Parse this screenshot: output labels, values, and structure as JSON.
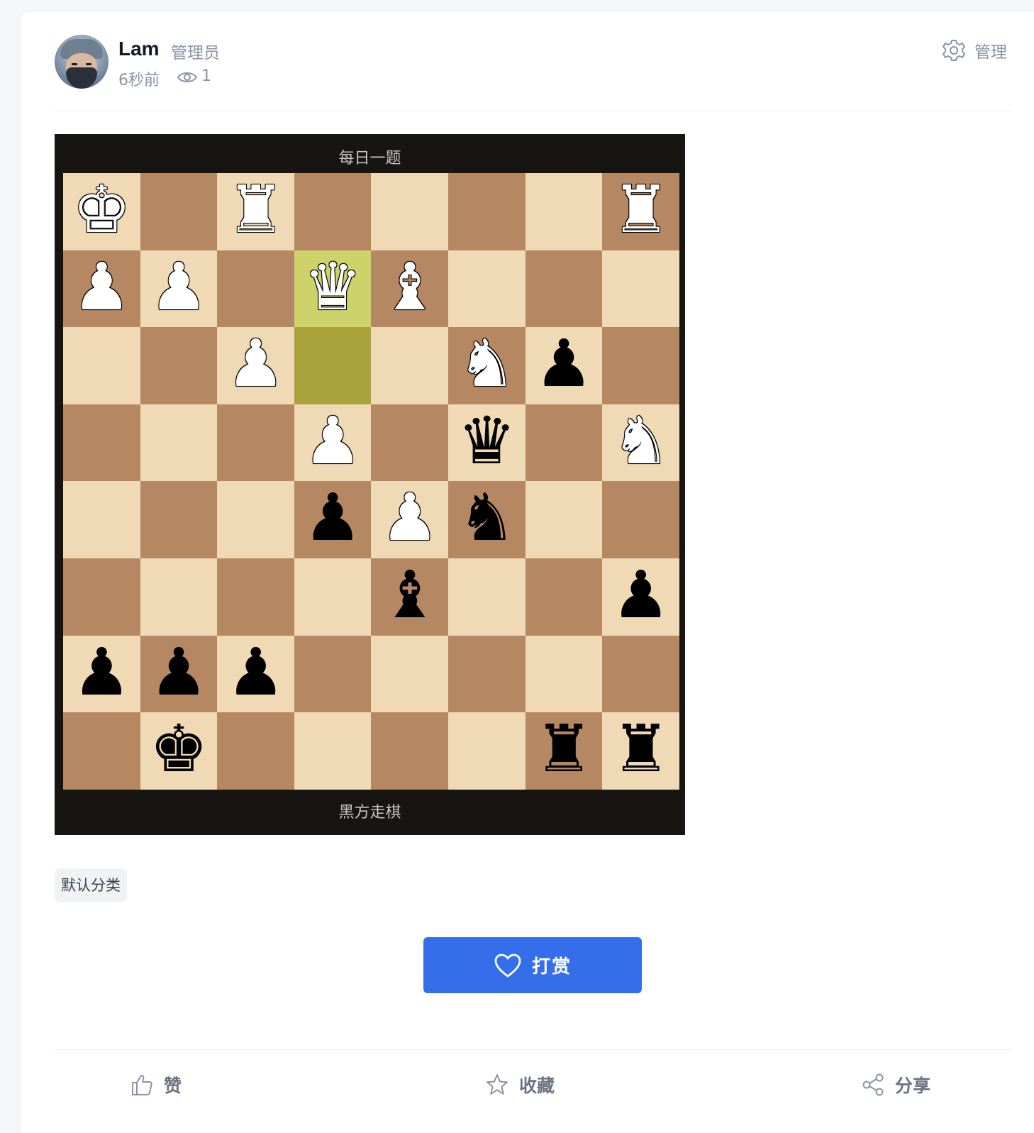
{
  "post": {
    "author": "Lam",
    "role": "管理员",
    "time": "6秒前",
    "views": "1",
    "manage_label": "管理"
  },
  "chess": {
    "title": "每日一题",
    "footer": "黑方走棋",
    "board": [
      [
        "K",
        "",
        "R",
        "",
        "",
        "",
        "",
        "R"
      ],
      [
        "P",
        "P",
        "",
        "Q",
        "B",
        "",
        "",
        ""
      ],
      [
        "",
        "",
        "P",
        "",
        "",
        "N",
        "p",
        ""
      ],
      [
        "",
        "",
        "",
        "P",
        "",
        "q",
        "",
        "N"
      ],
      [
        "",
        "",
        "",
        "p",
        "P",
        "n",
        "",
        ""
      ],
      [
        "",
        "",
        "",
        "",
        "b",
        "",
        "",
        "p"
      ],
      [
        "p",
        "p",
        "p",
        "",
        "",
        "",
        "",
        ""
      ],
      [
        "",
        "k",
        "",
        "",
        "",
        "",
        "r",
        "r"
      ]
    ],
    "highlight": [
      [
        1,
        3
      ],
      [
        2,
        3
      ]
    ]
  },
  "category": "默认分类",
  "reward_label": "打赏",
  "actions": {
    "like": "赞",
    "favorite": "收藏",
    "share": "分享"
  },
  "colors": {
    "accent": "#346eeb",
    "board_light": "#f0d9b5",
    "board_dark": "#b58863",
    "highlight_light": "#cdd26a",
    "highlight_dark": "#aaa23a"
  }
}
